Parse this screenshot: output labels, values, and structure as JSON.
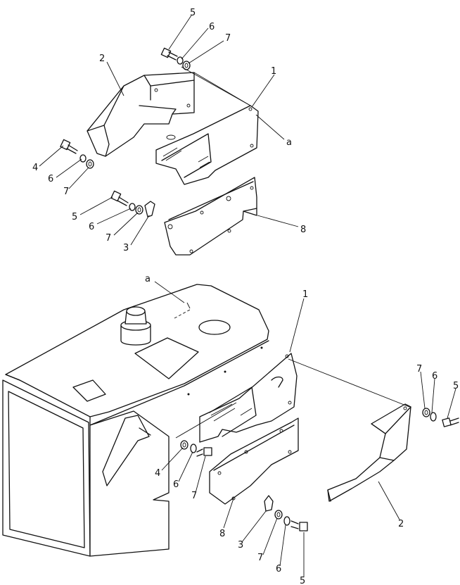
{
  "callouts": {
    "top_5": "5",
    "top_6": "6",
    "top_7": "7",
    "top_2": "2",
    "top_1": "1",
    "top_a": "a",
    "top_4": "4",
    "top_6b": "6",
    "top_7b": "7",
    "top_5b": "5",
    "top_6c": "6",
    "top_7c": "7",
    "top_3": "3",
    "top_8": "8",
    "bot_a": "a",
    "bot_1": "1",
    "bot_7r": "7",
    "bot_6r": "6",
    "bot_5r": "5",
    "bot_4": "4",
    "bot_6": "6",
    "bot_7": "7",
    "bot_8": "8",
    "bot_3": "3",
    "bot_7b": "7",
    "bot_6b": "6",
    "bot_5b": "5",
    "bot_2": "2"
  }
}
